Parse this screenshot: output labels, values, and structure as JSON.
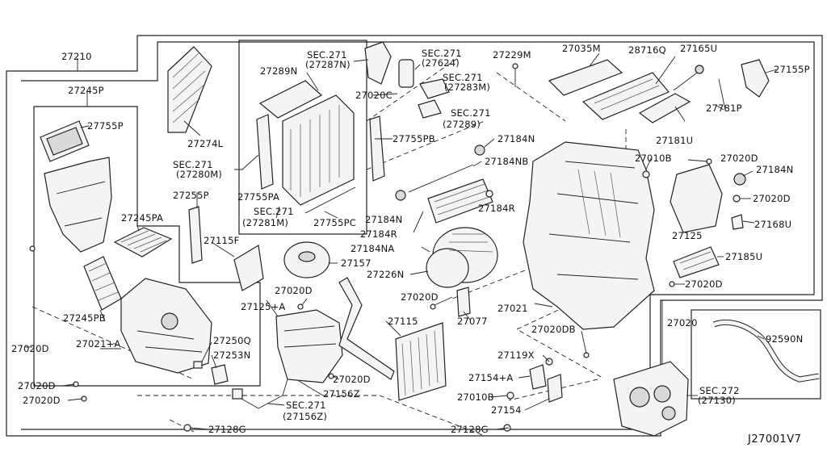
{
  "diagram_id": "J27001V7",
  "labels": {
    "p27210": "27210",
    "p27245P": "27245P",
    "p27755P": "27755P",
    "p27274L": "27274L",
    "sec27280M_a": "SEC.271",
    "sec27280M_b": "(27280M)",
    "p27289N": "27289N",
    "sec27287N_a": "SEC.271",
    "sec27287N_b": "(27287N)",
    "sec27624_a": "SEC.271",
    "sec27624_b": "(27624)",
    "sec27283M_a": "SEC.271",
    "sec27283M_b": "(27283M)",
    "p27020C": "27020C",
    "sec27289_a": "SEC.271",
    "sec27289_b": "(27289)",
    "p27229M": "27229M",
    "p27035M": "27035M",
    "p28716Q": "28716Q",
    "p27165U": "27165U",
    "p27155P": "27155P",
    "p27781P": "27781P",
    "p27181U": "27181U",
    "p27184N_a": "27184N",
    "p27184NB": "27184NB",
    "p27755PB": "27755PB",
    "p27010B_a": "27010B",
    "p27020D_a": "27020D",
    "p27184N_b": "27184N",
    "p27020D_b": "27020D",
    "p27255P": "27255P",
    "p27755PA": "27755PA",
    "sec27281M_a": "SEC.271",
    "sec27281M_b": "(27281M)",
    "p27755PC": "27755PC",
    "p27184N_c": "27184N",
    "p27184R_a": "27184R",
    "p27184R_b": "27184R",
    "p27184NA": "27184NA",
    "p27245PA": "27245PA",
    "p27115F": "27115F",
    "p27157": "27157",
    "p27226N": "27226N",
    "p27125": "27125",
    "p27168U": "27168U",
    "p27185U": "27185U",
    "p27020D_c": "27020D",
    "p27020D_d": "27020D",
    "p27125A": "27125+A",
    "p27020D_e": "27020D",
    "p27245PB": "27245PB",
    "p27021A": "27021+A",
    "p27020D_f": "27020D",
    "p27250Q": "27250Q",
    "p27253N": "27253N",
    "p27020D_g": "27020D",
    "p27020D_h": "27020D",
    "p27115": "27115",
    "p27077": "27077",
    "p27021": "27021",
    "p27020": "27020",
    "p27020DB": "27020DB",
    "p27119X": "27119X",
    "p27154A": "27154+A",
    "p27010B_b": "27010B",
    "p27154": "27154",
    "p92590N": "92590N",
    "sec27130_a": "SEC.272",
    "sec27130_b": "(27130)",
    "p27020D_i": "27020D",
    "p27156Z": "27156Z",
    "sec27156Z_a": "SEC.271",
    "sec27156Z_b": "(27156Z)",
    "p27128G_a": "27128G",
    "p27128G_b": "27128G"
  }
}
